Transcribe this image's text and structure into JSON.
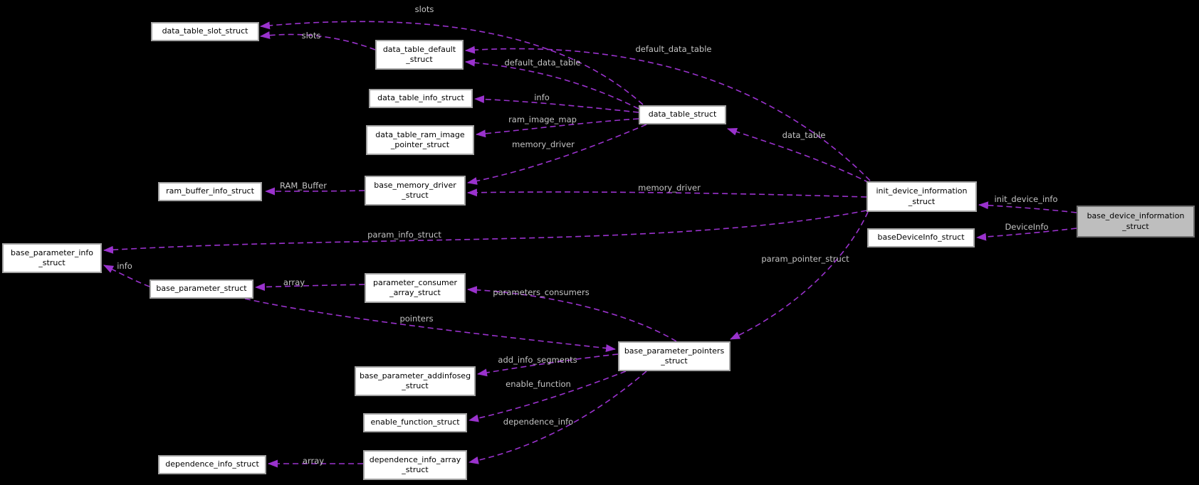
{
  "diagram": {
    "type": "doxygen-collaboration-diagram",
    "colors": {
      "background": "#000000",
      "edge": "#9a32cd",
      "edge_label_text": "#c4c4c4",
      "node_fill": "#ffffff",
      "node_border": "#a3a3a3",
      "highlight_fill": "#bebebe",
      "highlight_border": "#6f6f6f",
      "node_text": "#000000"
    }
  },
  "nodes": [
    {
      "id": "data_table_slot_struct",
      "label": "data_table_slot_struct",
      "highlighted": false
    },
    {
      "id": "data_table_default_struct",
      "label": "data_table_default\n_struct",
      "highlighted": false
    },
    {
      "id": "data_table_info_struct",
      "label": "data_table_info_struct",
      "highlighted": false
    },
    {
      "id": "data_table_ram_image_pointer_struct",
      "label": "data_table_ram_image\n_pointer_struct",
      "highlighted": false
    },
    {
      "id": "ram_buffer_info_struct",
      "label": "ram_buffer_info_struct",
      "highlighted": false
    },
    {
      "id": "base_memory_driver_struct",
      "label": "base_memory_driver\n_struct",
      "highlighted": false
    },
    {
      "id": "base_parameter_info_struct",
      "label": "base_parameter_info\n_struct",
      "highlighted": false
    },
    {
      "id": "base_parameter_struct",
      "label": "base_parameter_struct",
      "highlighted": false
    },
    {
      "id": "parameter_consumer_array_struct",
      "label": "parameter_consumer\n_array_struct",
      "highlighted": false
    },
    {
      "id": "base_parameter_addinfoseg_struct",
      "label": "base_parameter_addinfoseg\n_struct",
      "highlighted": false
    },
    {
      "id": "enable_function_struct",
      "label": "enable_function_struct",
      "highlighted": false
    },
    {
      "id": "dependence_info_array_struct",
      "label": "dependence_info_array\n_struct",
      "highlighted": false
    },
    {
      "id": "dependence_info_struct",
      "label": "dependence_info_struct",
      "highlighted": false
    },
    {
      "id": "data_table_struct",
      "label": "data_table_struct",
      "highlighted": false
    },
    {
      "id": "base_parameter_pointers_struct",
      "label": "base_parameter_pointers\n_struct",
      "highlighted": false
    },
    {
      "id": "init_device_information_struct",
      "label": "init_device_information\n_struct",
      "highlighted": false
    },
    {
      "id": "baseDeviceInfo_struct",
      "label": "baseDeviceInfo_struct",
      "highlighted": false
    },
    {
      "id": "base_device_information_struct",
      "label": "base_device_information\n_struct",
      "highlighted": true
    }
  ],
  "edges": [
    {
      "label": "slots",
      "from": "data_table_struct",
      "to": "data_table_slot_struct"
    },
    {
      "label": "slots",
      "from": "data_table_default_struct",
      "to": "data_table_slot_struct"
    },
    {
      "label": "default_data_table",
      "from": "data_table_struct",
      "to": "data_table_default_struct"
    },
    {
      "label": "default_data_table",
      "from": "init_device_information_struct",
      "to": "data_table_default_struct"
    },
    {
      "label": "info",
      "from": "data_table_struct",
      "to": "data_table_info_struct"
    },
    {
      "label": "ram_image_map",
      "from": "data_table_struct",
      "to": "data_table_ram_image_pointer_struct"
    },
    {
      "label": "memory_driver",
      "from": "data_table_struct",
      "to": "base_memory_driver_struct"
    },
    {
      "label": "memory_driver",
      "from": "init_device_information_struct",
      "to": "base_memory_driver_struct"
    },
    {
      "label": "RAM_Buffer",
      "from": "base_memory_driver_struct",
      "to": "ram_buffer_info_struct"
    },
    {
      "label": "data_table",
      "from": "init_device_information_struct",
      "to": "data_table_struct"
    },
    {
      "label": "param_info_struct",
      "from": "init_device_information_struct",
      "to": "base_parameter_info_struct"
    },
    {
      "label": "info",
      "from": "base_parameter_struct",
      "to": "base_parameter_info_struct"
    },
    {
      "label": "array",
      "from": "parameter_consumer_array_struct",
      "to": "base_parameter_struct"
    },
    {
      "label": "parameters_consumers",
      "from": "base_parameter_pointers_struct",
      "to": "parameter_consumer_array_struct"
    },
    {
      "label": "pointers",
      "from": "base_parameter_struct",
      "to": "base_parameter_pointers_struct"
    },
    {
      "label": "add_info_segments",
      "from": "base_parameter_pointers_struct",
      "to": "base_parameter_addinfoseg_struct"
    },
    {
      "label": "enable_function",
      "from": "base_parameter_pointers_struct",
      "to": "enable_function_struct"
    },
    {
      "label": "dependence_info",
      "from": "base_parameter_pointers_struct",
      "to": "dependence_info_array_struct"
    },
    {
      "label": "array",
      "from": "dependence_info_array_struct",
      "to": "dependence_info_struct"
    },
    {
      "label": "param_pointer_struct",
      "from": "init_device_information_struct",
      "to": "base_parameter_pointers_struct"
    },
    {
      "label": "init_device_info",
      "from": "base_device_information_struct",
      "to": "init_device_information_struct"
    },
    {
      "label": "DeviceInfo",
      "from": "base_device_information_struct",
      "to": "baseDeviceInfo_struct"
    }
  ]
}
